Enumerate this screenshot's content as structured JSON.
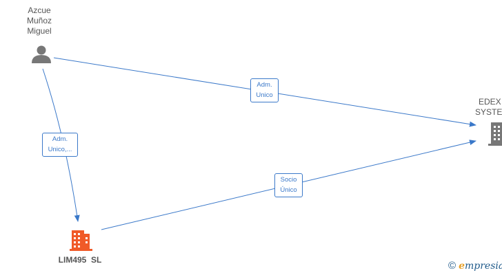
{
  "nodes": {
    "person": {
      "name_lines": [
        "Azcue",
        "Muñoz",
        "Miguel"
      ],
      "icon": "person-icon"
    },
    "edex": {
      "name_lines": [
        "EDEX I",
        "SYSTEM"
      ],
      "icon": "building-icon"
    },
    "lim495": {
      "name": "LIM495  SL",
      "icon": "building-icon",
      "color": "#f05a28"
    }
  },
  "edges": {
    "person_edex": {
      "lines": [
        "Adm.",
        "Unico"
      ]
    },
    "person_lim": {
      "lines": [
        "Adm.",
        "Unico,..."
      ]
    },
    "lim_edex": {
      "lines": [
        "Socio",
        "Único"
      ]
    }
  },
  "colors": {
    "edge": "#3a78c9",
    "icon_gray": "#777777",
    "accent": "#f05a28"
  },
  "brand": {
    "copyright": "©",
    "first_letter": "e",
    "rest": "mpresia"
  }
}
